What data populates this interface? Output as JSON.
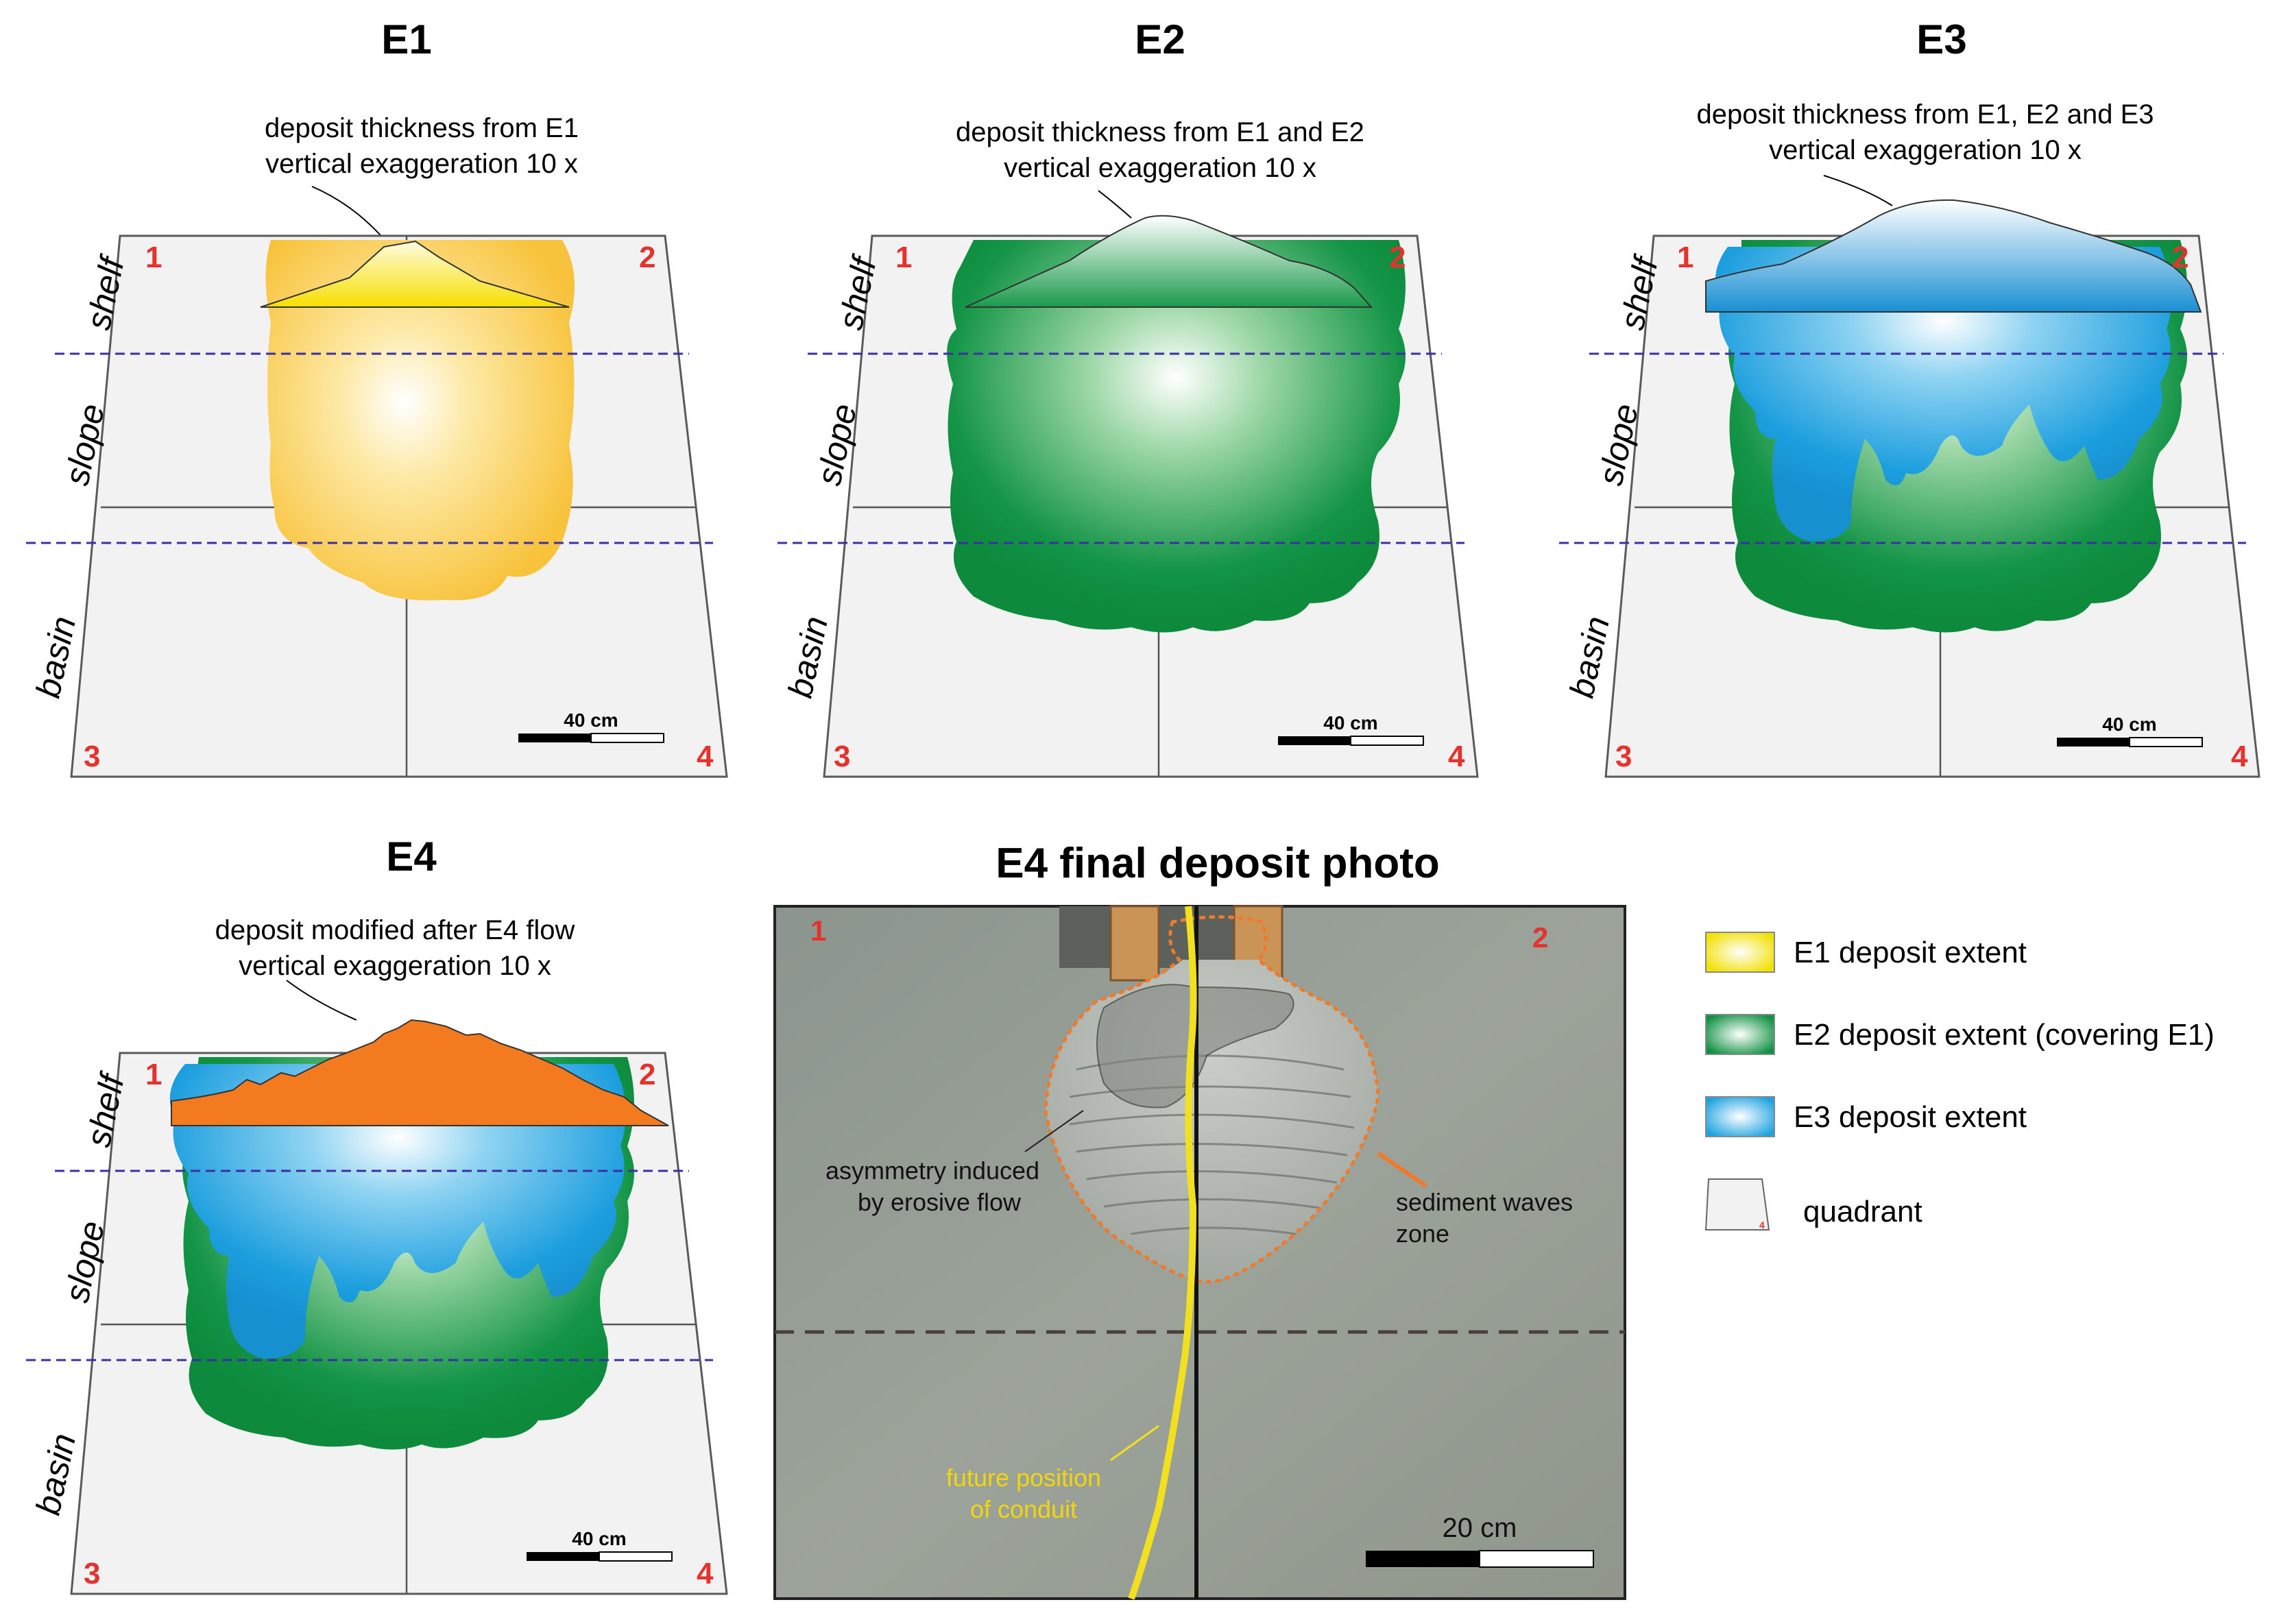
{
  "colors": {
    "e1": "#f9c94a",
    "e2": "#0f9142",
    "e3": "#1fa3e0",
    "e4": "#f47a20",
    "quadrant_num": "#e5322d",
    "dashed_line": "#3b2fa6",
    "conduit": "#f2e01e",
    "wave_zone": "#f07a2a"
  },
  "panels": [
    {
      "id": "E1",
      "title": "E1",
      "note_line1": "deposit thickness from E1",
      "note_line2": "vertical exaggeration 10 x",
      "zones": [
        "shelf",
        "slope",
        "basin"
      ],
      "quadrants": [
        "1",
        "2",
        "3",
        "4"
      ],
      "scale_label": "40 cm"
    },
    {
      "id": "E2",
      "title": "E2",
      "note_line1": "deposit thickness from E1 and E2",
      "note_line2": "vertical exaggeration 10 x",
      "zones": [
        "shelf",
        "slope",
        "basin"
      ],
      "quadrants": [
        "1",
        "2",
        "3",
        "4"
      ],
      "scale_label": "40 cm"
    },
    {
      "id": "E3",
      "title": "E3",
      "note_line1": "deposit thickness from E1, E2 and E3",
      "note_line2": "vertical exaggeration 10 x",
      "zones": [
        "shelf",
        "slope",
        "basin"
      ],
      "quadrants": [
        "1",
        "2",
        "3",
        "4"
      ],
      "scale_label": "40 cm"
    },
    {
      "id": "E4",
      "title": "E4",
      "note_line1": "deposit modified after E4 flow",
      "note_line2": "vertical exaggeration 10 x",
      "zones": [
        "shelf",
        "slope",
        "basin"
      ],
      "quadrants": [
        "1",
        "2",
        "3",
        "4"
      ],
      "scale_label": "40 cm"
    }
  ],
  "photo": {
    "title": "E4 final deposit photo",
    "quadrants": [
      "1",
      "2"
    ],
    "asymmetry_line1": "asymmetry induced",
    "asymmetry_line2": "by erosive flow",
    "waves_line1": "sediment waves",
    "waves_line2": "zone",
    "conduit_line1": "future position",
    "conduit_line2": "of conduit",
    "scale_label": "20 cm"
  },
  "legend": [
    {
      "label": "E1 deposit extent",
      "swatch": "e1"
    },
    {
      "label": "E2 deposit extent (covering E1)",
      "swatch": "e2"
    },
    {
      "label": "E3 deposit extent",
      "swatch": "e3"
    },
    {
      "label": "quadrant",
      "swatch": "quadrant"
    }
  ]
}
